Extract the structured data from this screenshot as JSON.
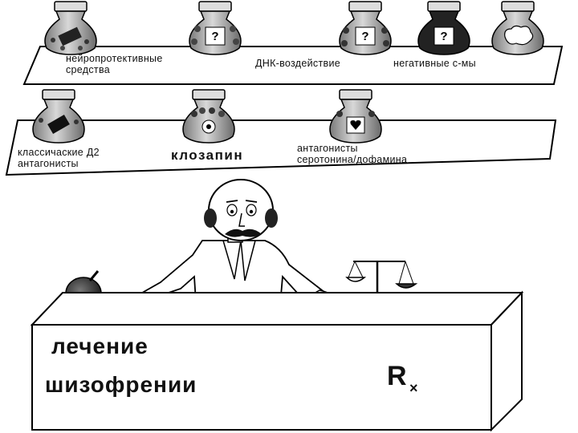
{
  "shelf_top": {
    "labels": {
      "neuro": "нейропротективные\nсредства",
      "dna": "ДНК-воздействие",
      "neg": "негативные с-мы"
    },
    "jars": [
      {
        "mark": ""
      },
      {
        "mark": "?"
      },
      {
        "mark": "?"
      },
      {
        "mark": "?"
      },
      {
        "mark": ""
      }
    ]
  },
  "shelf_bottom": {
    "labels": {
      "classic": "классичаские Д2\nантагонисты",
      "clozapine": "клозапин",
      "antag": "антагонисты\nсеротонина/дофамина"
    }
  },
  "counter": {
    "title_line1": "лечение",
    "title_line2": "шизофрении",
    "rx_symbol": "R",
    "rx_mark": "×"
  }
}
